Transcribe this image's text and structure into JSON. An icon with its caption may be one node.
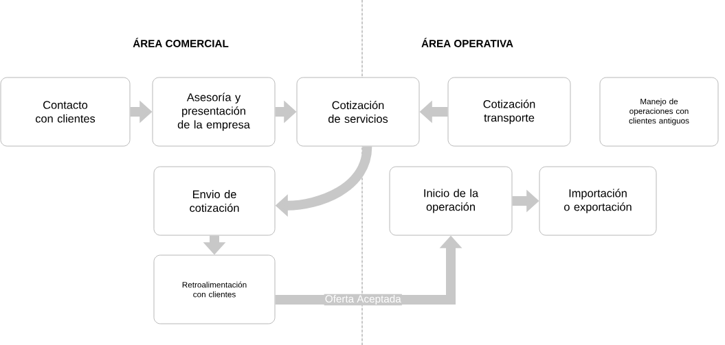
{
  "diagram": {
    "nodes": [
      {
        "text": [
          "Contacto con clientes"
        ]
      },
      {
        "text": [
          "Asesoría y presentación de la empresa"
        ]
      },
      {
        "text": [
          "Cotización de servicios"
        ]
      },
      {
        "text": [
          "Cotización transporte"
        ]
      },
      {
        "text": [
          "Manejo de operaciones con clientes antiguos"
        ]
      },
      {
        "text": [
          "Envio de cotización"
        ]
      },
      {
        "text": [
          "Retroalimentación con clientes"
        ]
      },
      {
        "text": [
          "Inicio de la operación"
        ]
      },
      {
        "text": [
          "Importación o exportación"
        ]
      }
    ],
    "edges": [
      {
        "from": 0,
        "to": 1,
        "arrow": "to"
      },
      {
        "from": 1,
        "to": 2,
        "arrow": "to"
      },
      {
        "from": 3,
        "to": 2,
        "arrow": "to"
      },
      {
        "from": 2,
        "to": 5,
        "arrow": "to"
      },
      {
        "from": 5,
        "to": 6,
        "arrow": "to"
      },
      {
        "from": 6,
        "to": 7,
        "arrow": "to",
        "label": "Oferta Aceptada"
      },
      {
        "from": 7,
        "to": 8,
        "arrow": "to"
      }
    ],
    "labels": [
      "ÁREA COMERCIAL",
      "ÁREA OPERATIVA"
    ]
  }
}
